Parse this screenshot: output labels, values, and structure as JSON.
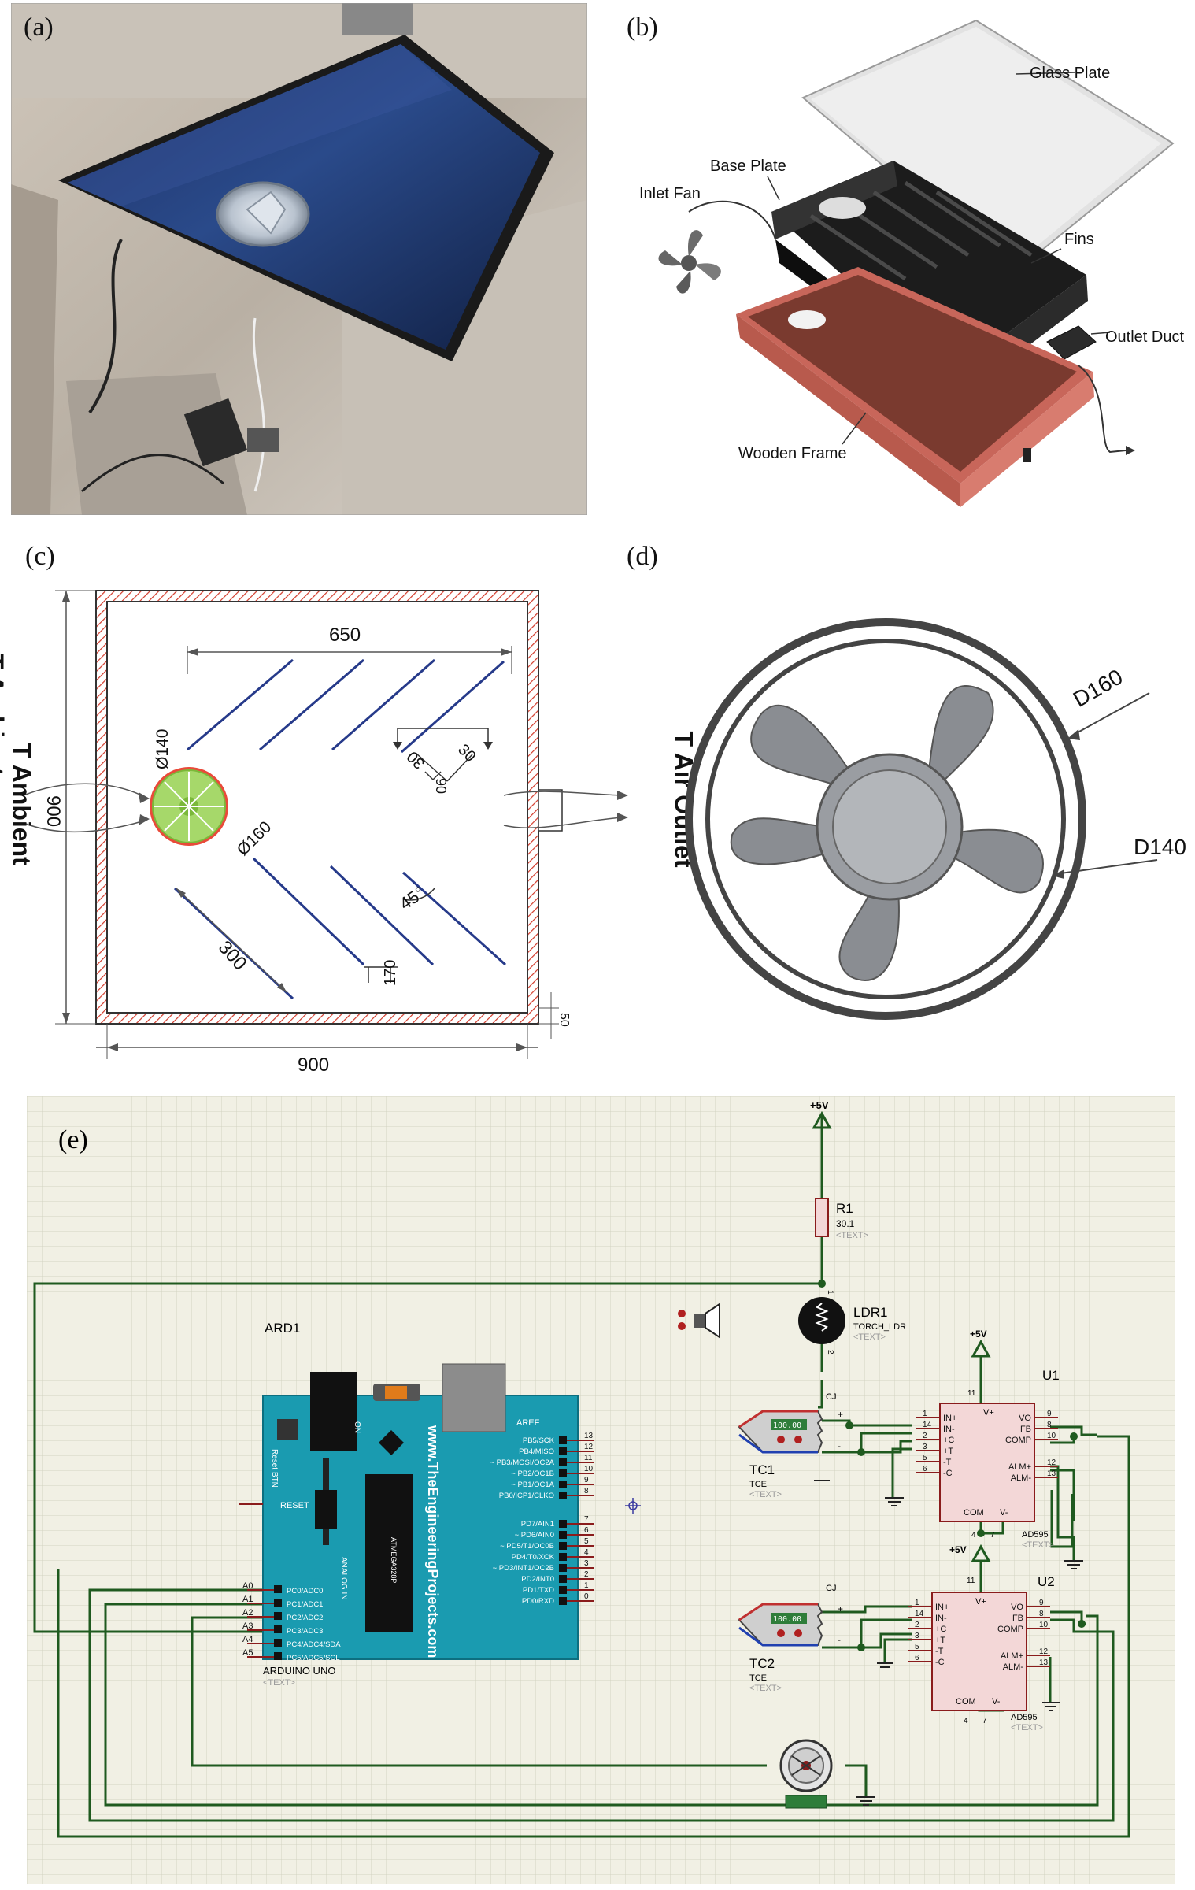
{
  "panels": {
    "a": {
      "label": "(a)"
    },
    "b": {
      "label": "(b)",
      "glass_plate": "Glass Plate",
      "base_plate": "Base Plate",
      "inlet_fan": "Inlet Fan",
      "fins": "Fins",
      "outlet_duct": "Outlet Duct",
      "wooden_frame": "Wooden Frame"
    },
    "c": {
      "label": "(c)",
      "dim_650": "650",
      "dim_900_side": "900",
      "dim_900_bottom": "900",
      "dim_140": "Ø140",
      "dim_160": "Ø160",
      "dim_300": "300",
      "dim_170": "170",
      "dim_45": "45°",
      "dim_30a": "30",
      "dim_30b": "30",
      "dim_90": "90",
      "dim_50": "50",
      "t_ambient": "T Ambient",
      "t_outlet": "T Air Outlet"
    },
    "d": {
      "label": "(d)",
      "d160": "D160",
      "d140": "D140"
    },
    "e": {
      "label": "(e)",
      "vcc_top": "+5V",
      "r1": "R1",
      "r1_val": "30.1",
      "text_placeholder": "<TEXT>",
      "ldr1": "LDR1",
      "ldr_model": "TORCH_LDR",
      "pin1": "1",
      "pin2": "2",
      "cj": "CJ",
      "ard1": "ARD1",
      "reset_btn": "Reset BTN",
      "on": "ON",
      "reset": "RESET",
      "url": "www.TheEngineeringProjects.com",
      "analog_in": "ANALOG IN",
      "aref": "AREF",
      "arduino_uno": "ARDUINO UNO",
      "atmega": "ATMEGA328P",
      "analog_pins": [
        "A0",
        "A1",
        "A2",
        "A3",
        "A4",
        "A5"
      ],
      "analog_funcs": [
        "PC0/ADC0",
        "PC1/ADC1",
        "PC2/ADC2",
        "PC3/ADC3",
        "PC4/ADC4/SDA",
        "PC5/ADC5/SCL"
      ],
      "digital_funcs": [
        "PB5/SCK",
        "PB4/MISO",
        "~ PB3/MOSI/OC2A",
        "~ PB2/OC1B",
        "~ PB1/OC1A",
        "PB0/ICP1/CLKO",
        "PD7/AIN1",
        "~ PD6/AIN0",
        "~ PD5/T1/OC0B",
        "PD4/T0/XCK",
        "~ PD3/INT1/OC2B",
        "PD2/INT0",
        "PD1/TXD",
        "PD0/RXD"
      ],
      "digital_nums": [
        "13",
        "12",
        "11",
        "10",
        "9",
        "8",
        "7",
        "6",
        "5",
        "4",
        "3",
        "2",
        "1",
        "0"
      ],
      "tc1": "TC1",
      "tc2": "TC2",
      "tce": "TCE",
      "tc_readout": "100.00",
      "u1": "U1",
      "u2": "U2",
      "ad595": "AD595",
      "vcc_u1": "+5V",
      "vcc_u2": "+5V",
      "ic_left_pins": [
        "IN+",
        "IN-",
        "+C",
        "+T",
        "-T",
        "-C"
      ],
      "ic_left_nums": [
        "1",
        "14",
        "2",
        "3",
        "5",
        "6"
      ],
      "ic_right_pins": [
        "VO",
        "FB",
        "COMP",
        "ALM+",
        "ALM-"
      ],
      "ic_right_nums": [
        "9",
        "8",
        "10",
        "12",
        "13"
      ],
      "ic_vplus": "V+",
      "ic_com": "COM",
      "ic_vminus": "V-",
      "pin11": "11",
      "pin4": "4",
      "pin7": "7",
      "plus": "+",
      "minus": "-"
    }
  }
}
